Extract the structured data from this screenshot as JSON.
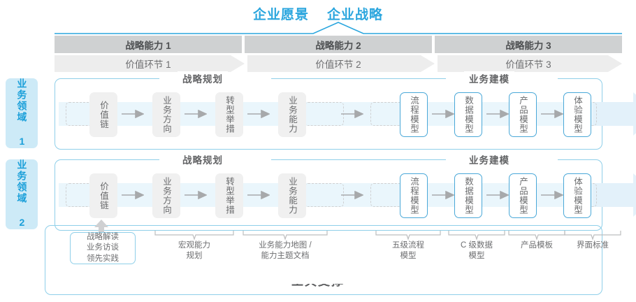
{
  "header": {
    "titles": [
      "企业愿景",
      "企业战略"
    ],
    "accent_color": "#2ba6de"
  },
  "columns": {
    "capabilities": [
      "战略能力 1",
      "战略能力 2",
      "战略能力 3"
    ],
    "value_links": [
      "价值环节 1",
      "价值环节 2",
      "价值环节 3"
    ],
    "capability_bar_color": "#cfd1d2",
    "value_bar_color": "#ededed"
  },
  "domains": [
    {
      "badge": "业务领域 1",
      "sections": [
        {
          "title": "战略规划",
          "nodes": [
            "价值链",
            "业务方向",
            "转型举措",
            "业务能力"
          ]
        },
        {
          "title": "业务建模",
          "nodes": [
            "流程模型",
            "数据模型",
            "产品模型",
            "体验模型"
          ]
        }
      ]
    },
    {
      "badge": "业务领域 2",
      "sections": [
        {
          "title": "战略规划",
          "nodes": [
            "价值链",
            "业务方向",
            "转型举措",
            "业务能力"
          ]
        },
        {
          "title": "业务建模",
          "nodes": [
            "流程模型",
            "数据模型",
            "产品模型",
            "体验模型"
          ]
        }
      ]
    }
  ],
  "tools": {
    "chip": "战略解读\n业务访谈\n领先实践",
    "labels": [
      "宏观能力\n规划",
      "业务能力地图 /\n能力主题文档",
      "五级流程\n模型",
      "C 级数据\n模型",
      "产品模板",
      "界面标准"
    ],
    "footer_title": "工具支撑"
  },
  "colors": {
    "blue_border": "#8fcfe9",
    "blue_node": "#4aa8d8",
    "badge_bg": "#cdeaf7",
    "badge_text": "#1a9fd9",
    "band": "#eaf6fc",
    "gray_node": "#f0f0f0"
  }
}
